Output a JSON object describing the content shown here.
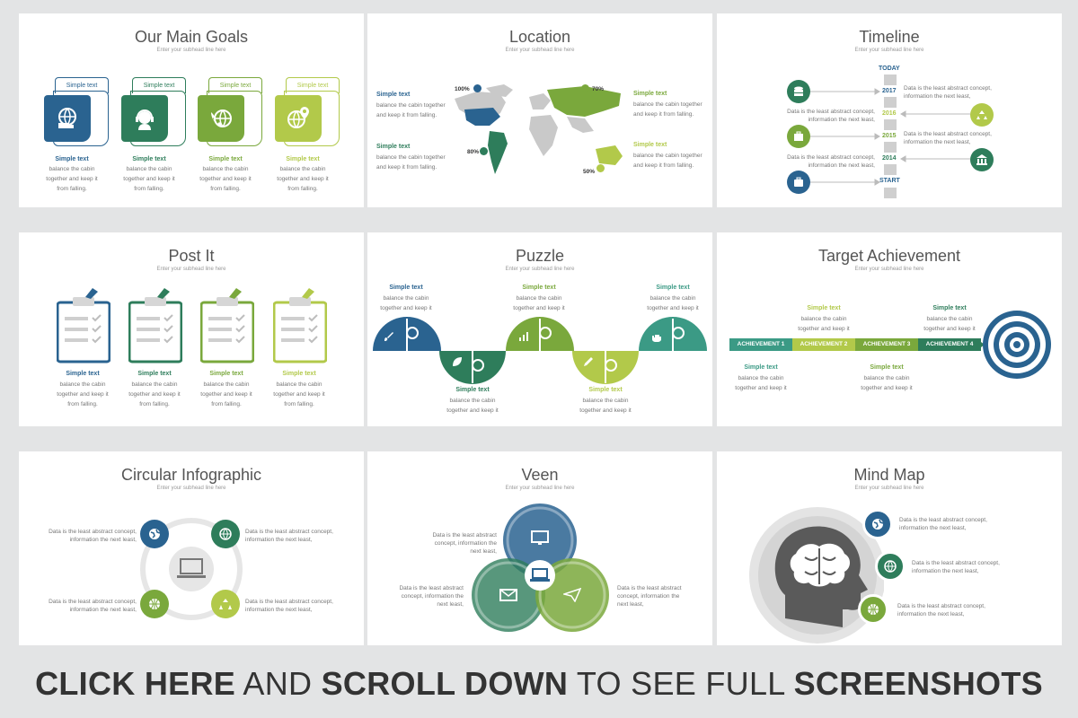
{
  "colors": {
    "blue": "#2a6390",
    "dteal": "#2e7d5b",
    "green": "#7aa83c",
    "lime": "#b2c94a",
    "teal": "#3b9a85",
    "gray": "#c9c9c9"
  },
  "subhead": "Enter your subhead line here",
  "simple": "Simple text",
  "b1": "balance the cabin",
  "b2": "together and keep it",
  "b3": "from falling.",
  "bt1": "balance the cabin together",
  "bt2": "and keep it from falling.",
  "d1": "Data is the least abstract concept,",
  "d2": "information the next least,",
  "dv1": "Data is the least abstract",
  "dv2": "concept, information the",
  "dv3": "next least,",
  "slides": {
    "goals": {
      "title": "Our Main Goals"
    },
    "location": {
      "title": "Location",
      "p100": "100%",
      "p70": "70%",
      "p80": "80%",
      "p50": "50%"
    },
    "timeline": {
      "title": "Timeline",
      "today": "TODAY",
      "y2017": "2017",
      "y2016": "2016",
      "y2015": "2015",
      "y2014": "2014",
      "start": "START"
    },
    "postit": {
      "title": "Post It"
    },
    "puzzle": {
      "title": "Puzzle"
    },
    "target": {
      "title": "Target Achievement",
      "a1": "ACHIEVEMENT 1",
      "a2": "ACHIEVEMENT 2",
      "a3": "ACHIEVEMENT 3",
      "a4": "ACHIEVEMENT 4"
    },
    "circular": {
      "title": "Circular Infographic"
    },
    "veen": {
      "title": "Veen"
    },
    "mindmap": {
      "title": "Mind Map"
    }
  },
  "banner": {
    "p1": "CLICK HERE",
    "p2": " AND ",
    "p3": "SCROLL DOWN",
    "p4": " TO SEE FULL ",
    "p5": "SCREENSHOTS"
  }
}
